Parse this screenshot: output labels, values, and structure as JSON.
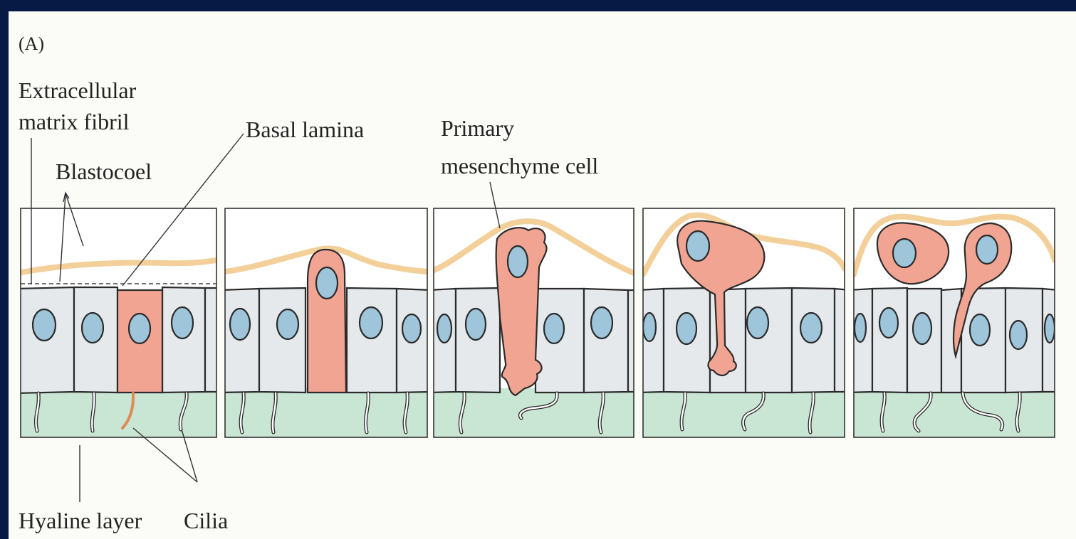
{
  "figure": {
    "panel_letter": "(A)",
    "labels": {
      "ecm_line1": "Extracellular",
      "ecm_line2": "matrix fibril",
      "basal_lamina": "Basal lamina",
      "blastocoel": "Blastocoel",
      "pmc_line1": "Primary",
      "pmc_line2": "mesenchyme cell",
      "hyaline_layer": "Hyaline layer",
      "cilia": "Cilia"
    },
    "colors": {
      "background": "#071a45",
      "primary_mesenchyme_cell": "#f2a493",
      "epithelial_cell": "#e6e9ec",
      "nucleus": "#9ec5da",
      "hyaline_layer": "#c9e5d4",
      "extracellular_matrix_fibril": "#f3cf9a"
    }
  }
}
